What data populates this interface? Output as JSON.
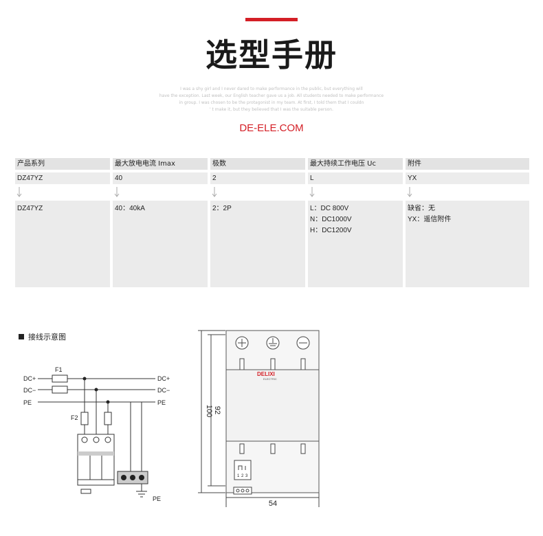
{
  "header": {
    "title": "选型手册",
    "tagline": [
      "I was a shy girl and I never dared to make performance in the public, but everything will",
      "have the exception. Last week, our English teacher gave us a job. All students needed to make performance",
      "in group. I was chosen to be the protagonist in my team. At first, I told them that I couldn",
      "' t make it, but they believed that I was the suitable person."
    ],
    "site": "DE-ELE.COM"
  },
  "colors": {
    "accent": "#d41f26",
    "header_bg": "#e3e3e3",
    "cell_bg": "#ebebeb"
  },
  "selection_table": {
    "columns": [
      {
        "header": "产品系列",
        "code": "DZ47YZ",
        "options": [
          "DZ47YZ"
        ]
      },
      {
        "header": "最大放电电流 Imax",
        "code": "40",
        "options": [
          "40：40kA"
        ]
      },
      {
        "header": "极数",
        "code": "2",
        "options": [
          "2：2P"
        ]
      },
      {
        "header": "最大持续工作电压 Uc",
        "code": "L",
        "options": [
          "L：DC 800V",
          "N：DC1000V",
          "H：DC1200V"
        ]
      },
      {
        "header": "附件",
        "code": "YX",
        "options": [
          "缺省：无",
          "YX：遥信附件"
        ]
      }
    ]
  },
  "wiring": {
    "title": "接线示意图",
    "labels": {
      "f1": "F1",
      "f2": "F2",
      "dc_plus_left": "DC+",
      "dc_minus_left": "DC−",
      "pe_left": "PE",
      "dc_plus_right": "DC+",
      "dc_minus_right": "DC−",
      "pe_right": "PE",
      "pe_bottom": "PE"
    }
  },
  "dimensions": {
    "height_outer": "100",
    "height_inner": "92",
    "width": "54",
    "brand": "DELIXI",
    "brand_sub": "ELECTRIC",
    "terminal_numbers": [
      "1",
      "2",
      "3"
    ]
  }
}
